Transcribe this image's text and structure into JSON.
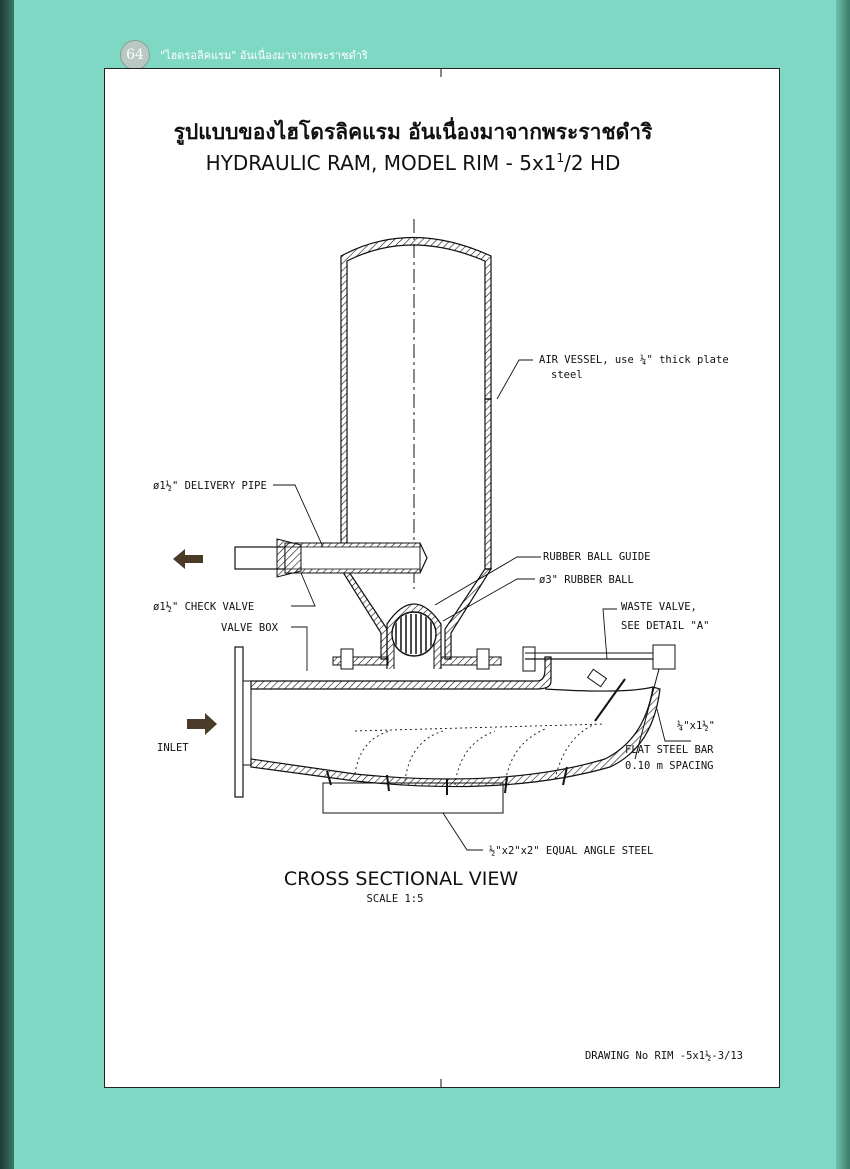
{
  "header": {
    "page_number": "64",
    "running_title": "\"ไฮดรอลิคแรม\" อันเนื่องมาจากพระราชดำริ"
  },
  "drawing": {
    "title_thai": "รูปแบบของไฮโดรลิคแรม อันเนื่องมาจากพระราชดำริ",
    "title_en_prefix": "HYDRAULIC RAM, MODEL RIM - 5x1",
    "title_en_sup": "1",
    "title_en_sub": "/2 HD",
    "view_title": "CROSS SECTIONAL VIEW",
    "scale": "SCALE 1:5",
    "drawing_no": "DRAWING No RIM -5x1½-3/13"
  },
  "labels": {
    "air_vessel_1": "AIR VESSEL, use ¼\" thick plate",
    "air_vessel_2": "steel",
    "delivery_pipe": "ø1½\" DELIVERY PIPE",
    "rubber_ball_guide": "RUBBER BALL GUIDE",
    "rubber_ball": "ø3\" RUBBER BALL",
    "check_valve": "ø1½\" CHECK VALVE",
    "valve_box": "VALVE BOX",
    "waste_valve_1": "WASTE VALVE,",
    "waste_valve_2": "SEE DETAIL \"A\"",
    "inlet": "INLET",
    "flat_bar_size": "¼\"x1½\"",
    "flat_steel_bar_1": "FLAT STEEL BAR",
    "flat_steel_bar_2": "0.10 m SPACING",
    "angle_steel": "½\"x2\"x2\" EQUAL ANGLE STEEL"
  },
  "colors": {
    "frame": "#7ed8c3",
    "ink": "#111111",
    "arrow": "#4a3a28"
  }
}
